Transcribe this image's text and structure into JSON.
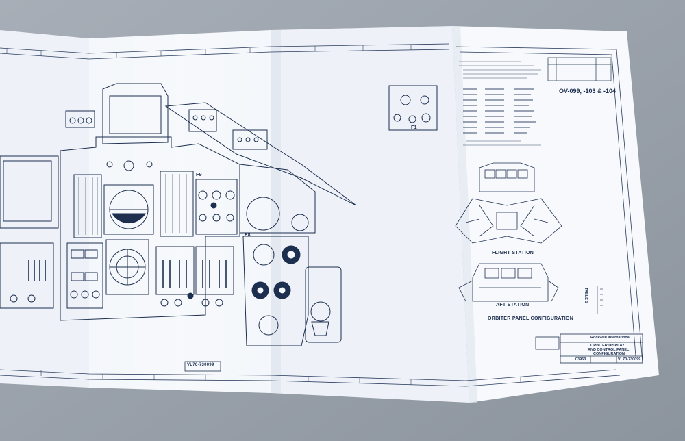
{
  "sheet": {
    "vehicle_label": "OV-099, -103 & -104",
    "drawing_number_left": "VL70-730099",
    "drawing_number_right": "VL70-730099",
    "company": "Rockwell International",
    "title_line1": "ORBITER DISPLAY",
    "title_line2": "AND CONTROL PANEL",
    "title_line3": "CONFIGURATION",
    "cage_code": "03953",
    "panel_left_label": "F8",
    "panel_right_label": "F9",
    "panel_upper_right_label": "F1",
    "table_label": "TABLE 1"
  },
  "key_views": {
    "flight_station": "FLIGHT STATION",
    "aft_station": "AFT STATION",
    "caption": "ORBITER PANEL CONFIGURATION"
  },
  "colors": {
    "paper": "#f4f7fb",
    "ink": "#1d2f4f",
    "background": "#9aa2ac"
  }
}
